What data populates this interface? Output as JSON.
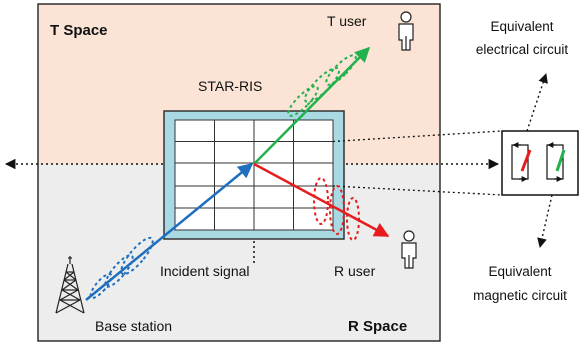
{
  "spaces": {
    "t_space": "T Space",
    "r_space": "R Space"
  },
  "labels": {
    "star_ris": "STAR-RIS",
    "t_user": "T user",
    "r_user": "R user",
    "incident_signal": "Incident signal",
    "base_station": "Base station",
    "eq_elec_line1": "Equivalent",
    "eq_elec_line2": "electrical circuit",
    "eq_mag_line1": "Equivalent",
    "eq_mag_line2": "magnetic circuit"
  },
  "colors": {
    "t_space_fill": "#fbe4d5",
    "r_space_fill": "#ededed",
    "ris_frame": "#a9d9e3",
    "incident": "#1f6fbf",
    "transmitted": "#22b14c",
    "reflected": "#e81c1c"
  },
  "icons": [
    "base-station-tower-icon",
    "t-user-person-icon",
    "r-user-person-icon"
  ]
}
